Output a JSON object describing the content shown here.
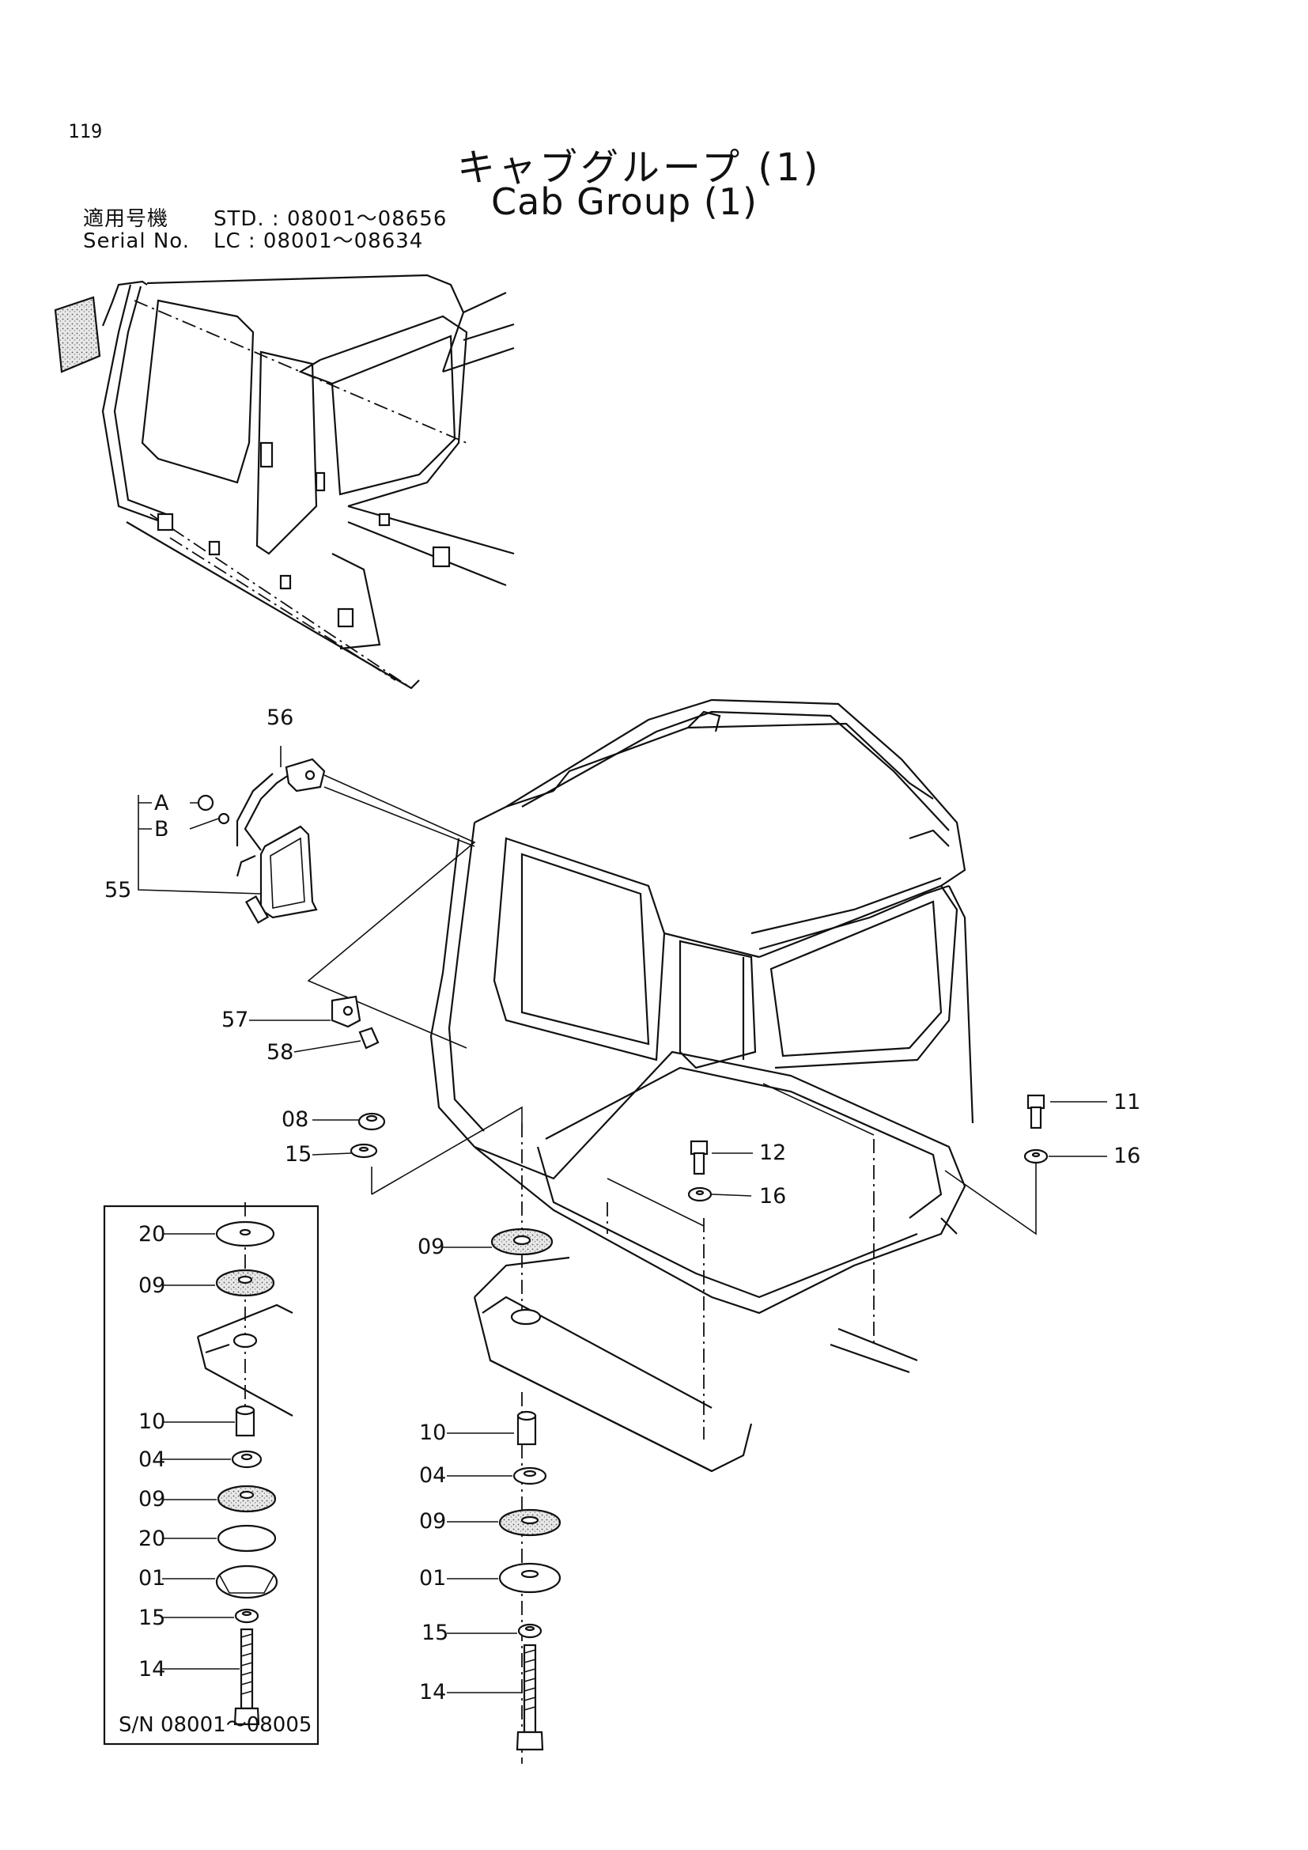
{
  "page_number": "119",
  "title_jp": "キャブグループ (1)",
  "title_en": "Cab Group (1)",
  "serial": {
    "label_jp": "適用号機",
    "label_en": "Serial No.",
    "std": "STD. : 08001～08656",
    "lc": "LC    : 08001～08634"
  },
  "inset_caption": "S/N 08001～08005",
  "callouts": {
    "p56": "56",
    "pA": "A",
    "pB": "B",
    "p55": "55",
    "p57": "57",
    "p58": "58",
    "p08": "08",
    "p15a": "15",
    "p11": "11",
    "p16a": "16",
    "p12": "12",
    "p16b": "16",
    "p09a": "09",
    "p10a": "10",
    "p04a": "04",
    "p09b": "09",
    "p01a": "01",
    "p15b": "15",
    "p14a": "14",
    "i20a": "20",
    "i09a": "09",
    "i10": "10",
    "i04": "04",
    "i09b": "09",
    "i20b": "20",
    "i01": "01",
    "i15": "15",
    "i14": "14"
  }
}
